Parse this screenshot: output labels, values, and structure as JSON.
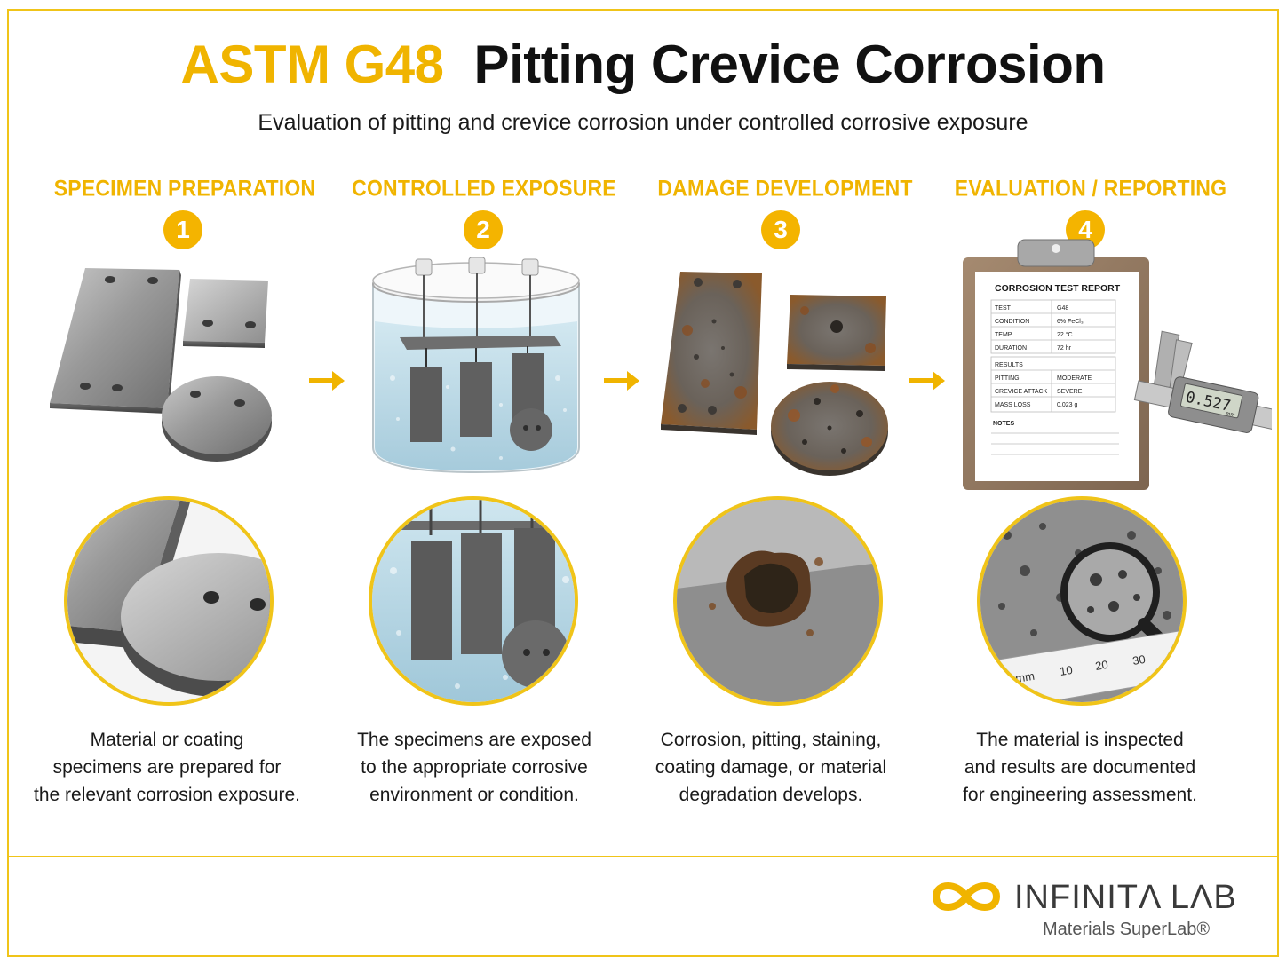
{
  "header": {
    "code": "ASTM G48",
    "name": "Pitting Crevice Corrosion",
    "subtitle": "Evaluation of pitting and crevice corrosion under controlled corrosive exposure"
  },
  "steps": [
    {
      "number": "1",
      "title": "SPECIMEN PREPARATION",
      "caption": [
        "Material or coating",
        "specimens are prepared for",
        "the relevant corrosion exposure."
      ]
    },
    {
      "number": "2",
      "title": "CONTROLLED EXPOSURE",
      "caption": [
        "The specimens are exposed",
        "to the appropriate corrosive",
        "environment or condition."
      ]
    },
    {
      "number": "3",
      "title": "DAMAGE DEVELOPMENT",
      "caption": [
        "Corrosion, pitting, staining,",
        "coating damage, or material",
        "degradation develops."
      ]
    },
    {
      "number": "4",
      "title": "EVALUATION / REPORTING",
      "caption": [
        "The material is inspected",
        "and results are documented",
        "for engineering assessment."
      ]
    }
  ],
  "report": {
    "title": "CORROSION TEST REPORT",
    "rows": [
      {
        "label": "TEST",
        "value": "G48"
      },
      {
        "label": "CONDITION",
        "value": "6% FeCl₃"
      },
      {
        "label": "TEMP.",
        "value": "22 °C"
      },
      {
        "label": "DURATION",
        "value": "72 hr"
      }
    ],
    "results_label": "RESULTS",
    "results": [
      {
        "label": "PITTING",
        "value": "MODERATE"
      },
      {
        "label": "CREVICE ATTACK",
        "value": "SEVERE"
      },
      {
        "label": "MASS LOSS",
        "value": "0.023 g"
      }
    ],
    "notes_label": "NOTES",
    "caliper_reading": "0.527",
    "caliper_unit": "mm"
  },
  "ruler": {
    "unit": "mm",
    "ticks": [
      "10",
      "20",
      "30"
    ]
  },
  "brand": {
    "name": "INFINITΛ LΛB",
    "tagline": "Materials SuperLab®"
  },
  "colors": {
    "accent": "#f0b400",
    "frame": "#f0c419",
    "metal": "#8c8c8c",
    "rust": "#8a4b1c",
    "water": "#bcdbe8"
  }
}
